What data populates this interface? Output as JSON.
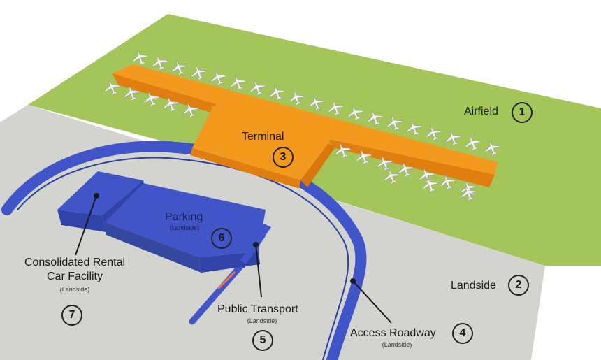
{
  "zones": {
    "airfield": {
      "label": "Airfield",
      "number": "1"
    },
    "landside": {
      "label": "Landside",
      "number": "2"
    },
    "terminal": {
      "label": "Terminal",
      "number": "3"
    },
    "roadway": {
      "label": "Access Roadway",
      "sub": "(Landside)",
      "number": "4"
    },
    "transport": {
      "label": "Public Transport",
      "sub": "(Landside)",
      "number": "5"
    },
    "parking": {
      "label": "Parking",
      "sub": "(Landside)",
      "number": "6"
    },
    "rental": {
      "line1": "Consolidated Rental",
      "line2": "Car Facility",
      "sub": "(Landside)",
      "number": "7"
    }
  },
  "colors": {
    "airfield": "#a3c55a",
    "landside": "#d3d3cf",
    "terminal": "#f39a1e",
    "structures": "#3f55c8",
    "aircraft": "#f2f2f2"
  }
}
